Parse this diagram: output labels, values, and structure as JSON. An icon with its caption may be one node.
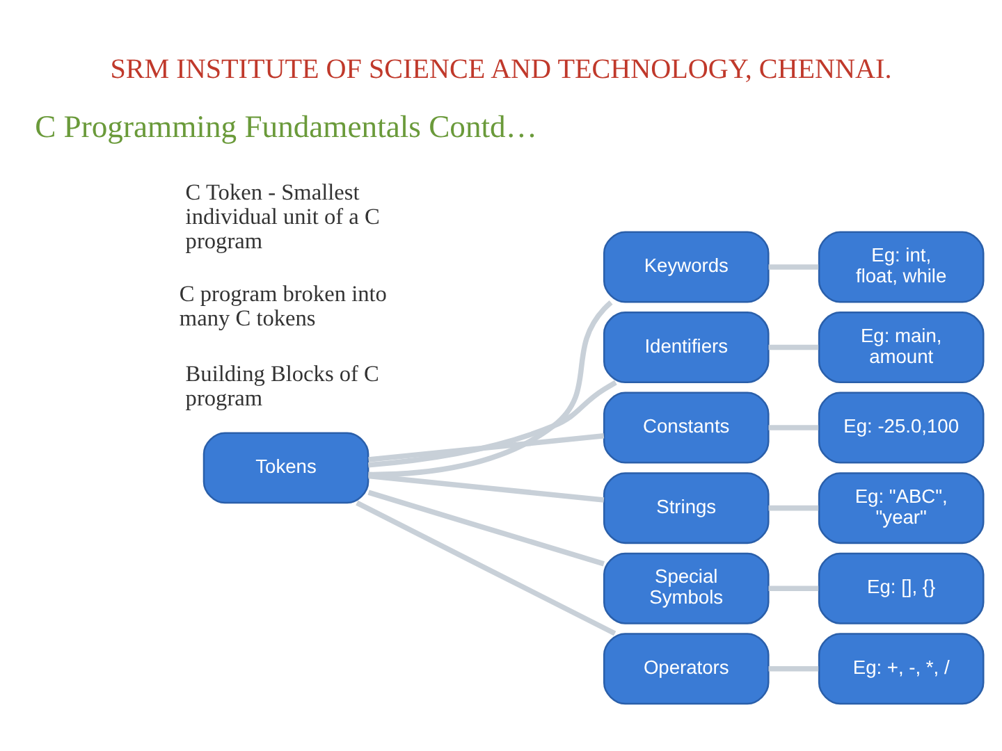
{
  "diagram": {
    "title": "SRM INSTITUTE OF SCIENCE AND TECHNOLOGY, CHENNAI.",
    "nodes": [
      {
        "text": [
          "Tokens"
        ]
      },
      {
        "text": [
          "Keywords"
        ]
      },
      {
        "text": [
          "Identifiers"
        ]
      },
      {
        "text": [
          "Constants"
        ]
      },
      {
        "text": [
          "Strings"
        ]
      },
      {
        "text": [
          "Special Symbols"
        ]
      },
      {
        "text": [
          "Operators"
        ]
      },
      {
        "text": [
          "Eg: int, float, while"
        ]
      },
      {
        "text": [
          "Eg: main, amount"
        ]
      },
      {
        "text": [
          "Eg: -25.0,100"
        ]
      },
      {
        "text": [
          "Eg: \"ABC\", \"year\""
        ]
      },
      {
        "text": [
          "Eg: [], {}"
        ]
      },
      {
        "text": [
          "Eg: +, -, *, /"
        ]
      }
    ],
    "edges": [
      {
        "from": 0,
        "to": 1,
        "arrow": "none"
      },
      {
        "from": 0,
        "to": 2,
        "arrow": "none"
      },
      {
        "from": 0,
        "to": 3,
        "arrow": "none"
      },
      {
        "from": 0,
        "to": 4,
        "arrow": "none"
      },
      {
        "from": 0,
        "to": 5,
        "arrow": "none"
      },
      {
        "from": 0,
        "to": 6,
        "arrow": "none"
      },
      {
        "from": 1,
        "to": 7,
        "arrow": "none"
      },
      {
        "from": 2,
        "to": 8,
        "arrow": "none"
      },
      {
        "from": 3,
        "to": 9,
        "arrow": "none"
      },
      {
        "from": 4,
        "to": 10,
        "arrow": "none"
      },
      {
        "from": 5,
        "to": 11,
        "arrow": "none"
      },
      {
        "from": 6,
        "to": 12,
        "arrow": "none"
      }
    ],
    "labels": [
      "C Programming Fundamentals Contd…",
      "C Token - Smallest individual unit of a C program",
      "C program broken into many C tokens",
      "Building Blocks of C program"
    ]
  }
}
